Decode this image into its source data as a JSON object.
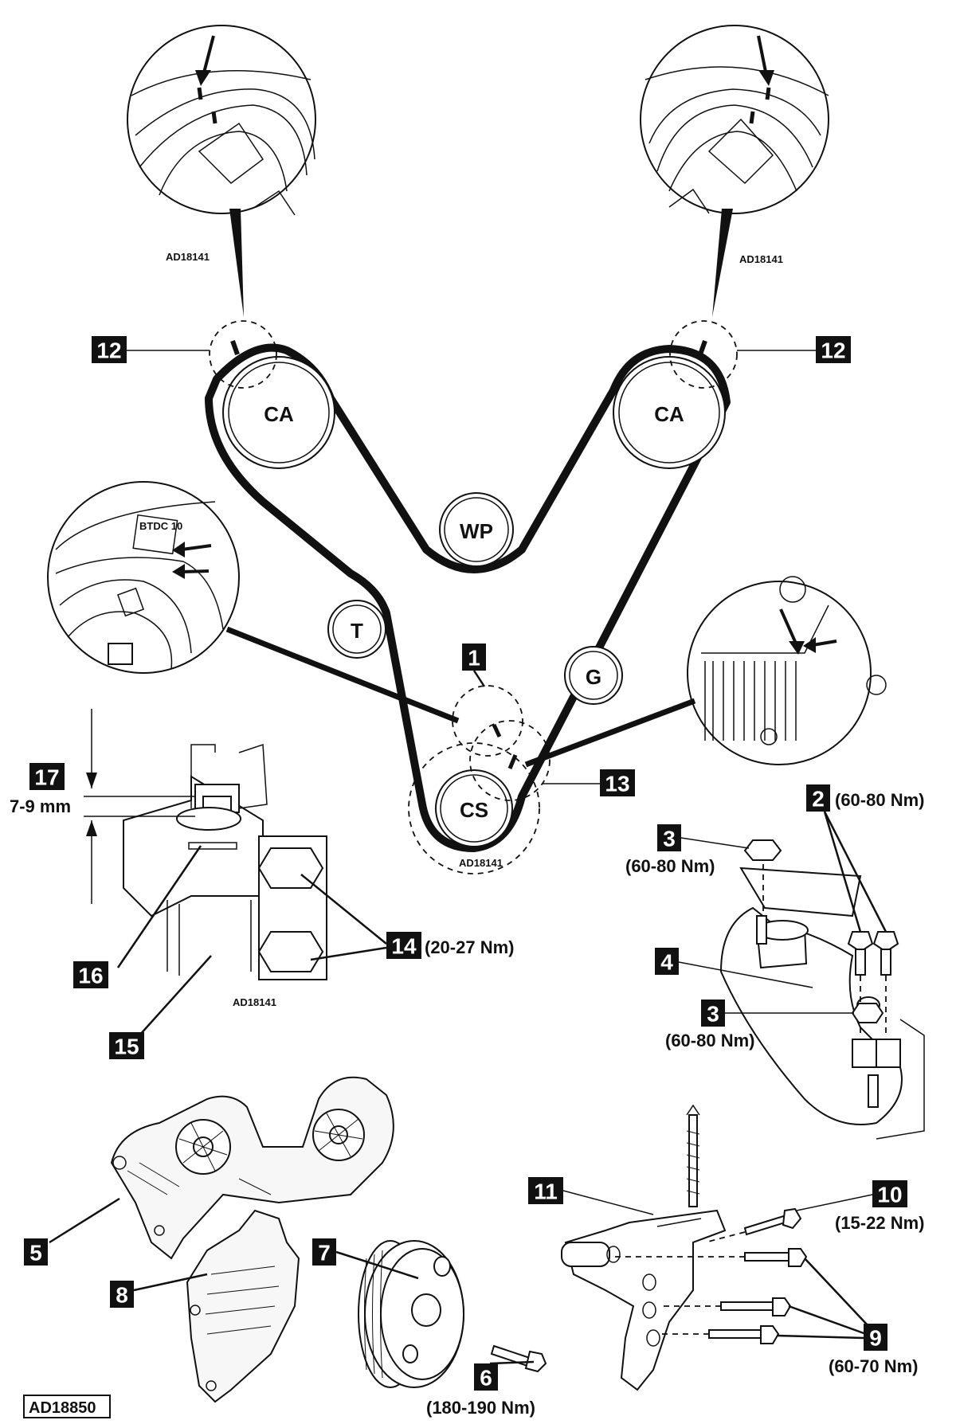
{
  "labels": {
    "ca_left": "CA",
    "ca_right": "CA",
    "wp": "WP",
    "t": "T",
    "g": "G",
    "cs": "CS",
    "ref_top_left": "AD18141",
    "ref_top_right": "AD18141",
    "ref_center": "AD18141",
    "ref_tensioner": "AD18141",
    "ref_main": "AD18850",
    "dim_7_9": "7-9 mm"
  },
  "callouts": {
    "n1": "1",
    "n2": "2",
    "n3a": "3",
    "n3b": "3",
    "n4": "4",
    "n5": "5",
    "n6": "6",
    "n7": "7",
    "n8": "8",
    "n9": "9",
    "n10": "10",
    "n11": "11",
    "n12a": "12",
    "n12b": "12",
    "n13": "13",
    "n14": "14",
    "n15": "15",
    "n16": "16",
    "n17": "17"
  },
  "torques": {
    "t2": "(60-80 Nm)",
    "t3a": "(60-80 Nm)",
    "t3b": "(60-80 Nm)",
    "t6": "(180-190 Nm)",
    "t9": "(60-70 Nm)",
    "t10": "(15-22 Nm)",
    "t14": "(20-27 Nm)"
  },
  "detail_text": {
    "tdc_mark": "BTDC 10"
  }
}
